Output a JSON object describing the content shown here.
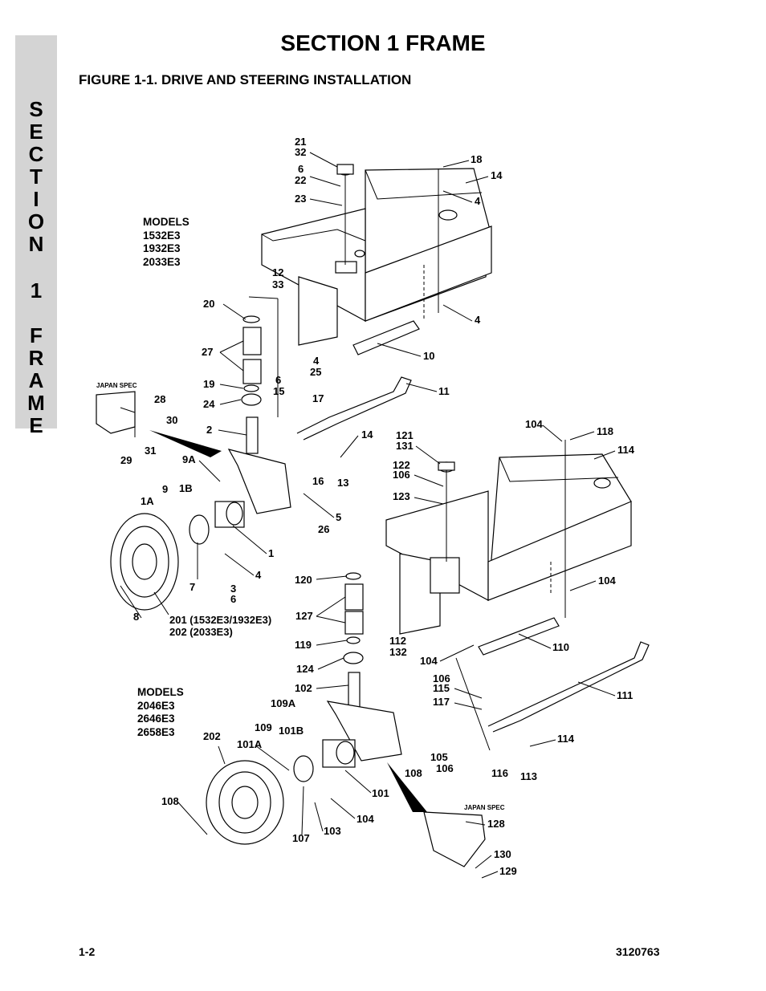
{
  "side_tab": {
    "letters": [
      "S",
      "E",
      "C",
      "T",
      "I",
      "O",
      "N",
      "",
      "1",
      "",
      "F",
      "R",
      "A",
      "M",
      "E"
    ]
  },
  "header": {
    "section_title": "SECTION 1  FRAME"
  },
  "figure": {
    "title": "FIGURE 1-1.    DRIVE AND STEERING INSTALLATION",
    "models_group_1": [
      "MODELS",
      "1532E3",
      "1932E3",
      "2033E3"
    ],
    "models_group_2": [
      "MODELS",
      "2046E3",
      "2646E3",
      "2658E3"
    ],
    "japan_spec_1": "JAPAN SPEC",
    "japan_spec_2": "JAPAN SPEC",
    "callouts_top": [
      "21",
      "32",
      "6",
      "22",
      "23",
      "18",
      "14",
      "4",
      "12",
      "33",
      "4",
      "20",
      "27",
      "19",
      "24",
      "10",
      "4",
      "25",
      "6",
      "15",
      "17",
      "11",
      "28",
      "30",
      "2",
      "31",
      "29",
      "16",
      "13",
      "14",
      "9A",
      "9",
      "1B",
      "1A",
      "5",
      "26",
      "1",
      "4",
      "7",
      "3",
      "6",
      "8",
      "201 (1532E3/1932E3)",
      "202 (2033E3)"
    ],
    "callouts_bottom": [
      "104",
      "118",
      "121",
      "131",
      "114",
      "122",
      "106",
      "123",
      "104",
      "120",
      "127",
      "119",
      "112",
      "132",
      "124",
      "104",
      "110",
      "102",
      "106",
      "115",
      "117",
      "111",
      "109A",
      "109",
      "101B",
      "114",
      "101A",
      "202",
      "105",
      "106",
      "108",
      "116",
      "113",
      "101",
      "108",
      "104",
      "103",
      "107",
      "128",
      "130",
      "129"
    ]
  },
  "footer": {
    "page_number": "1-2",
    "document_number": "3120763"
  }
}
